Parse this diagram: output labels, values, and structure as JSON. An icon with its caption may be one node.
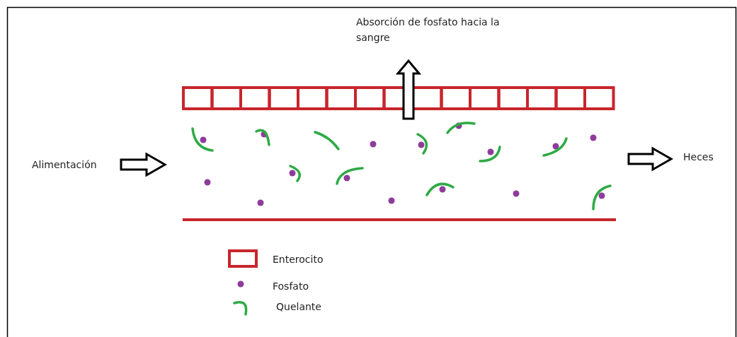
{
  "diagram": {
    "labels": [
      "Absorción de fosfato hacia la sangre",
      "Alimentación",
      "Heces"
    ],
    "legend": [
      {
        "text": "Enterocito"
      },
      {
        "text": "Fosfato"
      },
      {
        "text": "Quelante"
      }
    ]
  }
}
